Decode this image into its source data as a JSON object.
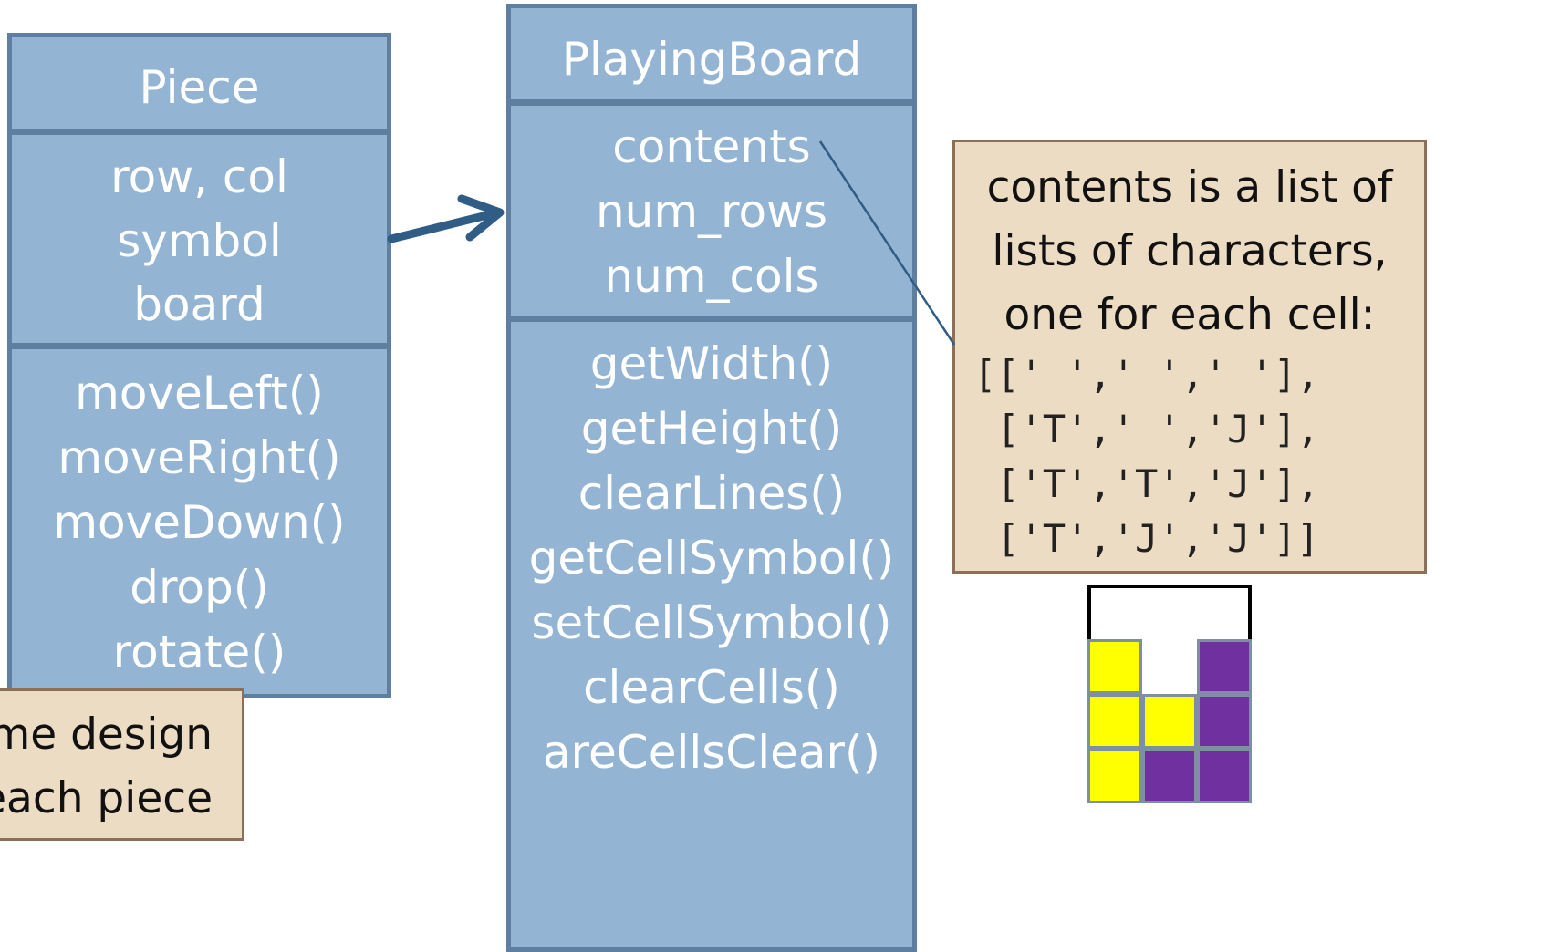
{
  "piece": {
    "title": "Piece",
    "attributes": [
      "row, col",
      "symbol",
      "board"
    ],
    "methods": [
      "moveLeft()",
      "moveRight()",
      "moveDown()",
      "drop()",
      "rotate()"
    ]
  },
  "playing_board": {
    "title": "PlayingBoard",
    "attributes": [
      "contents",
      "num_rows",
      "num_cols"
    ],
    "methods": [
      "getWidth()",
      "getHeight()",
      "clearLines()",
      "getCellSymbol()",
      "setCellSymbol()",
      "clearCells()",
      "areCellsClear()"
    ]
  },
  "contents_note": {
    "lines": [
      "contents is a list of",
      "lists of characters,",
      "one for each cell:"
    ],
    "code": [
      "[[' ',' ',' '],",
      " ['T',' ','J'],",
      " ['T','T','J'],",
      " ['T','J','J']]"
    ]
  },
  "left_note": {
    "lines": [
      "me design",
      "each piece"
    ]
  },
  "grid": {
    "rows": [
      [
        "T",
        " ",
        "J"
      ],
      [
        "T",
        "T",
        "J"
      ],
      [
        "T",
        "J",
        "J"
      ]
    ],
    "colors": {
      "T": "#ffff00",
      "J": "#7030a0",
      " ": "#ffffff"
    }
  },
  "colors": {
    "box_fill": "#94b4d3",
    "box_border": "#5f7fa0",
    "arrow": "#2f5d86",
    "note_fill": "#ebdcc3",
    "note_border": "#8d6e57"
  }
}
